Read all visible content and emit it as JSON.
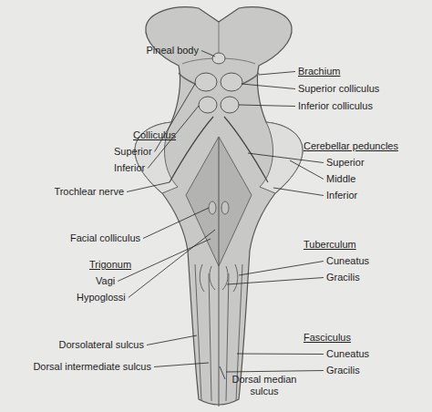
{
  "diagram": {
    "labels": [
      "Pineal body",
      "Brachium",
      "Superior colliculus",
      "Inferior colliculus",
      "Colliculus",
      "Superior",
      "Inferior",
      "Cerebellar peduncles",
      "Superior",
      "Middle",
      "Inferior",
      "Trochlear nerve",
      "Facial colliculus",
      "Tuberculum",
      "Cuneatus",
      "Gracilis",
      "Trigonum",
      "Vagi",
      "Hypoglossi",
      "Dorsolateral sulcus",
      "Fasciculus",
      "Cuneatus",
      "Gracilis",
      "Dorsal intermediate sulcus",
      "Dorsal median sulcus"
    ]
  }
}
